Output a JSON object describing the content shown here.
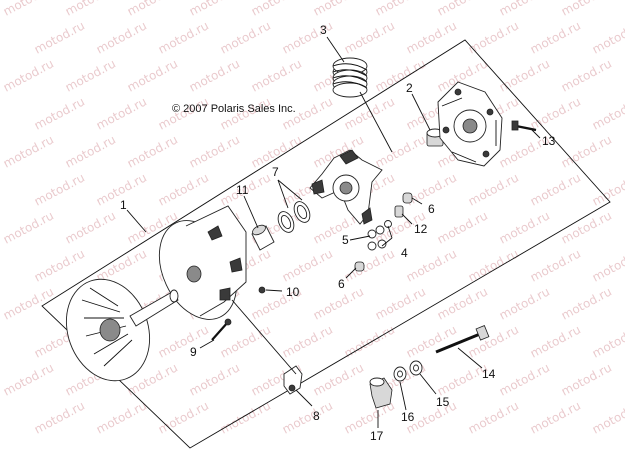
{
  "copyright": "© 2007 Polaris Sales Inc.",
  "watermark": "motod.ru",
  "callouts": [
    "1",
    "2",
    "3",
    "4",
    "5",
    "6",
    "6",
    "7",
    "8",
    "9",
    "10",
    "11",
    "12",
    "13",
    "14",
    "15",
    "16",
    "17"
  ],
  "colors": {
    "line": "#111111",
    "watermark": "#d9a0a6",
    "background": "#ffffff"
  }
}
